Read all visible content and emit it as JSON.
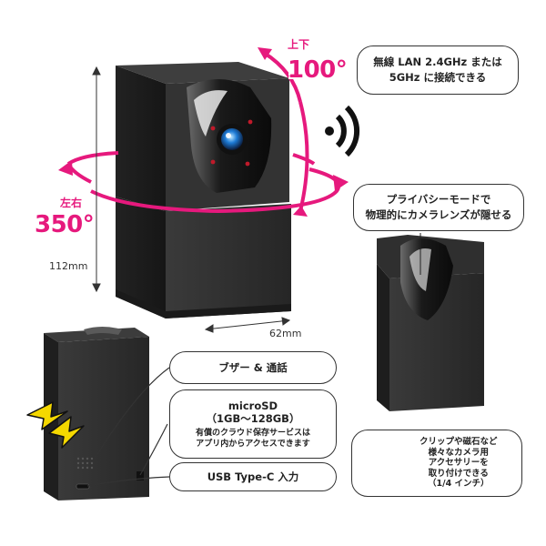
{
  "rotation": {
    "tilt_label": "上下",
    "tilt_value": "100°",
    "pan_label": "左右",
    "pan_value": "350°"
  },
  "dimensions": {
    "height": "112mm",
    "width": "62mm"
  },
  "callouts": {
    "wifi": [
      "無線 LAN 2.4GHz または",
      "5GHz に接続できる"
    ],
    "privacy": [
      "プライバシーモードで",
      "物理的にカメラレンズが隠せる"
    ],
    "buzzer": "ブザー & 通話",
    "microsd_title": [
      "microSD",
      "（1GB〜128GB）"
    ],
    "microsd_note": [
      "有償のクラウド保存サービスは",
      "アプリ内からアクセスできます"
    ],
    "usb": "USB Type-C 入力",
    "clip": [
      "クリップや磁石など",
      "様々なカメラ用",
      "アクセサリーを",
      "取り付けできる",
      "（1/4 インチ）"
    ]
  },
  "colors": {
    "accent": "#e6197d",
    "camera_body": "#2b2b2b",
    "warning": "#f5d800"
  },
  "icons": [
    "wifi-signal-icon",
    "lightning-icon",
    "tripod-nut-icon"
  ]
}
